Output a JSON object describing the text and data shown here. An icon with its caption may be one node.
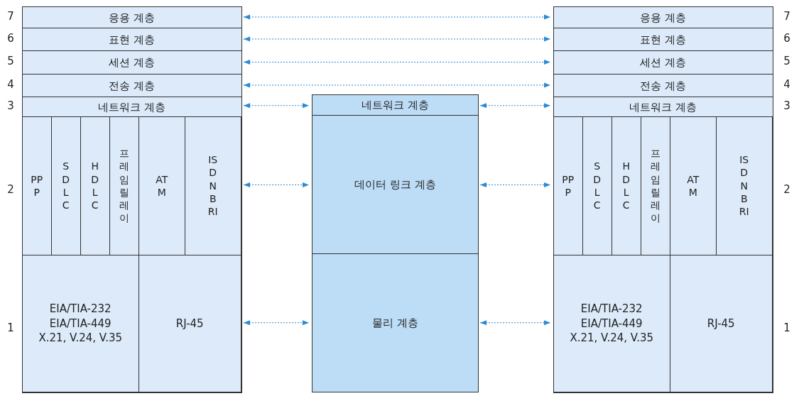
{
  "diagram": {
    "nodes": [
      {
        "text": [
          "응용 계층"
        ]
      },
      {
        "text": [
          "표현 계층"
        ]
      },
      {
        "text": [
          "세션 계층"
        ]
      },
      {
        "text": [
          "전송 계층"
        ]
      },
      {
        "text": [
          "네트워크 계층"
        ]
      },
      {
        "text": [],
        "shape": "box"
      },
      {
        "text": [
          "PPP"
        ],
        "in": 5
      },
      {
        "text": [
          "SDLC"
        ],
        "in": 5
      },
      {
        "text": [
          "HDLC"
        ],
        "in": 5
      },
      {
        "text": [
          "프레임릴레이"
        ],
        "in": 5
      },
      {
        "text": [
          "ATM"
        ],
        "in": 5
      },
      {
        "text": [
          "ISDN BRI"
        ],
        "in": 5
      },
      {
        "text": [],
        "shape": "box"
      },
      {
        "text": [
          "EIA/TIA-232 EIA/TIA-449 X.21, V.24, V.35"
        ],
        "in": 12
      },
      {
        "text": [
          "RJ-45"
        ],
        "in": 12
      },
      {
        "text": [
          "네트워크 계층"
        ]
      },
      {
        "text": [
          "데이터 링크 계층"
        ]
      },
      {
        "text": [
          "물리 계층"
        ]
      },
      {
        "text": [
          "응용 계층"
        ]
      },
      {
        "text": [
          "표현 계층"
        ]
      },
      {
        "text": [
          "세션 계층"
        ]
      },
      {
        "text": [
          "전송 계층"
        ]
      },
      {
        "text": [
          "네트워크 계층"
        ]
      },
      {
        "text": [],
        "shape": "box"
      },
      {
        "text": [
          "PPP"
        ],
        "in": 23
      },
      {
        "text": [
          "SDLC"
        ],
        "in": 23
      },
      {
        "text": [
          "HDLC"
        ],
        "in": 23
      },
      {
        "text": [
          "프레임릴레이"
        ],
        "in": 23
      },
      {
        "text": [
          "ATM"
        ],
        "in": 23
      },
      {
        "text": [
          "ISDN BRI"
        ],
        "in": 23
      },
      {
        "text": [],
        "shape": "box"
      },
      {
        "text": [
          "EIA/TIA-232 EIA/TIA-449 X.21, V.24, V.35"
        ],
        "in": 30
      },
      {
        "text": [
          "RJ-45"
        ],
        "in": 30
      }
    ],
    "edges": [
      {
        "from": 0,
        "to": 18,
        "arrow": "both",
        "style": "dashed"
      },
      {
        "from": 1,
        "to": 19,
        "arrow": "both",
        "style": "dashed"
      },
      {
        "from": 2,
        "to": 20,
        "arrow": "both",
        "style": "dashed"
      },
      {
        "from": 3,
        "to": 21,
        "arrow": "both",
        "style": "dashed"
      },
      {
        "from": 4,
        "to": 15,
        "arrow": "both",
        "style": "dashed"
      },
      {
        "from": 15,
        "to": 22,
        "arrow": "both",
        "style": "dashed"
      },
      {
        "from": 5,
        "to": 16,
        "arrow": "both",
        "style": "dashed"
      },
      {
        "from": 16,
        "to": 23,
        "arrow": "both",
        "style": "dashed"
      },
      {
        "from": 12,
        "to": 17,
        "arrow": "both",
        "style": "dashed"
      },
      {
        "from": 17,
        "to": 30,
        "arrow": "both",
        "style": "dashed"
      }
    ],
    "labels": [
      "7",
      "7",
      "6",
      "6",
      "5",
      "5",
      "4",
      "4",
      "3",
      "3",
      "2",
      "2",
      "1",
      "1"
    ]
  }
}
